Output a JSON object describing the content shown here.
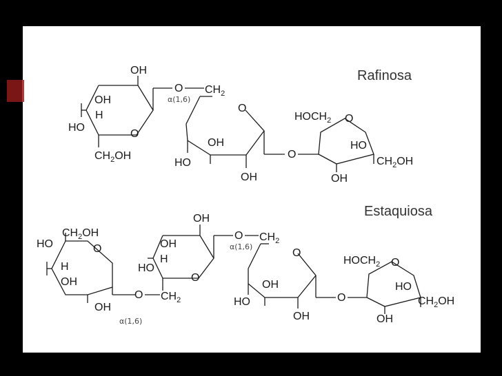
{
  "rafinosa": {
    "title": "Rafinosa",
    "linkage": "α(1,6)",
    "galactose": {
      "oh_top": "OH",
      "oh_upper": "OH",
      "h": "H",
      "ho": "HO",
      "ch2oh_prefix": "CH",
      "ch2oh_sub": "2",
      "ch2oh_suffix": "OH",
      "ring_o": "O"
    },
    "bridge_o": "O",
    "glucose": {
      "ch2_prefix": "CH",
      "ch2_sub": "2",
      "ring_o": "O",
      "oh_inner": "OH",
      "ho": "HO",
      "oh_bottom": "OH"
    },
    "glycosidic_o": "O",
    "fructose": {
      "hoch2_prefix": "HOCH",
      "hoch2_sub": "2",
      "ring_o": "O",
      "ho": "HO",
      "ch2oh_prefix": "CH",
      "ch2oh_sub": "2",
      "ch2oh_suffix": "OH",
      "oh_bottom": "OH"
    }
  },
  "estaquiosa": {
    "title": "Estaquiosa",
    "linkage_1": "α(1,6)",
    "linkage_2": "α(1,6)",
    "galactose_1": {
      "ch2oh_prefix": "CH",
      "ch2oh_sub": "2",
      "ch2oh_suffix": "OH",
      "ho": "HO",
      "ring_o": "O",
      "h": "H",
      "oh_inner": "OH",
      "oh_bottom": "OH"
    },
    "bridge_o_1": "O",
    "galactose_2": {
      "ch2_prefix": "CH",
      "ch2_sub": "2",
      "oh_top": "OH",
      "oh_upper": "OH",
      "ho": "HO",
      "h": "H",
      "ring_o": "O"
    },
    "bridge_o_2": "O",
    "glucose": {
      "ch2_prefix": "CH",
      "ch2_sub": "2",
      "ring_o": "O",
      "oh_inner": "OH",
      "ho": "HO",
      "oh_bottom": "OH"
    },
    "glycosidic_o": "O",
    "fructose": {
      "hoch2_prefix": "HOCH",
      "hoch2_sub": "2",
      "ring_o": "O",
      "ho": "HO",
      "ch2oh_prefix": "CH",
      "ch2oh_sub": "2",
      "ch2oh_suffix": "OH",
      "oh_bottom": "OH"
    }
  }
}
